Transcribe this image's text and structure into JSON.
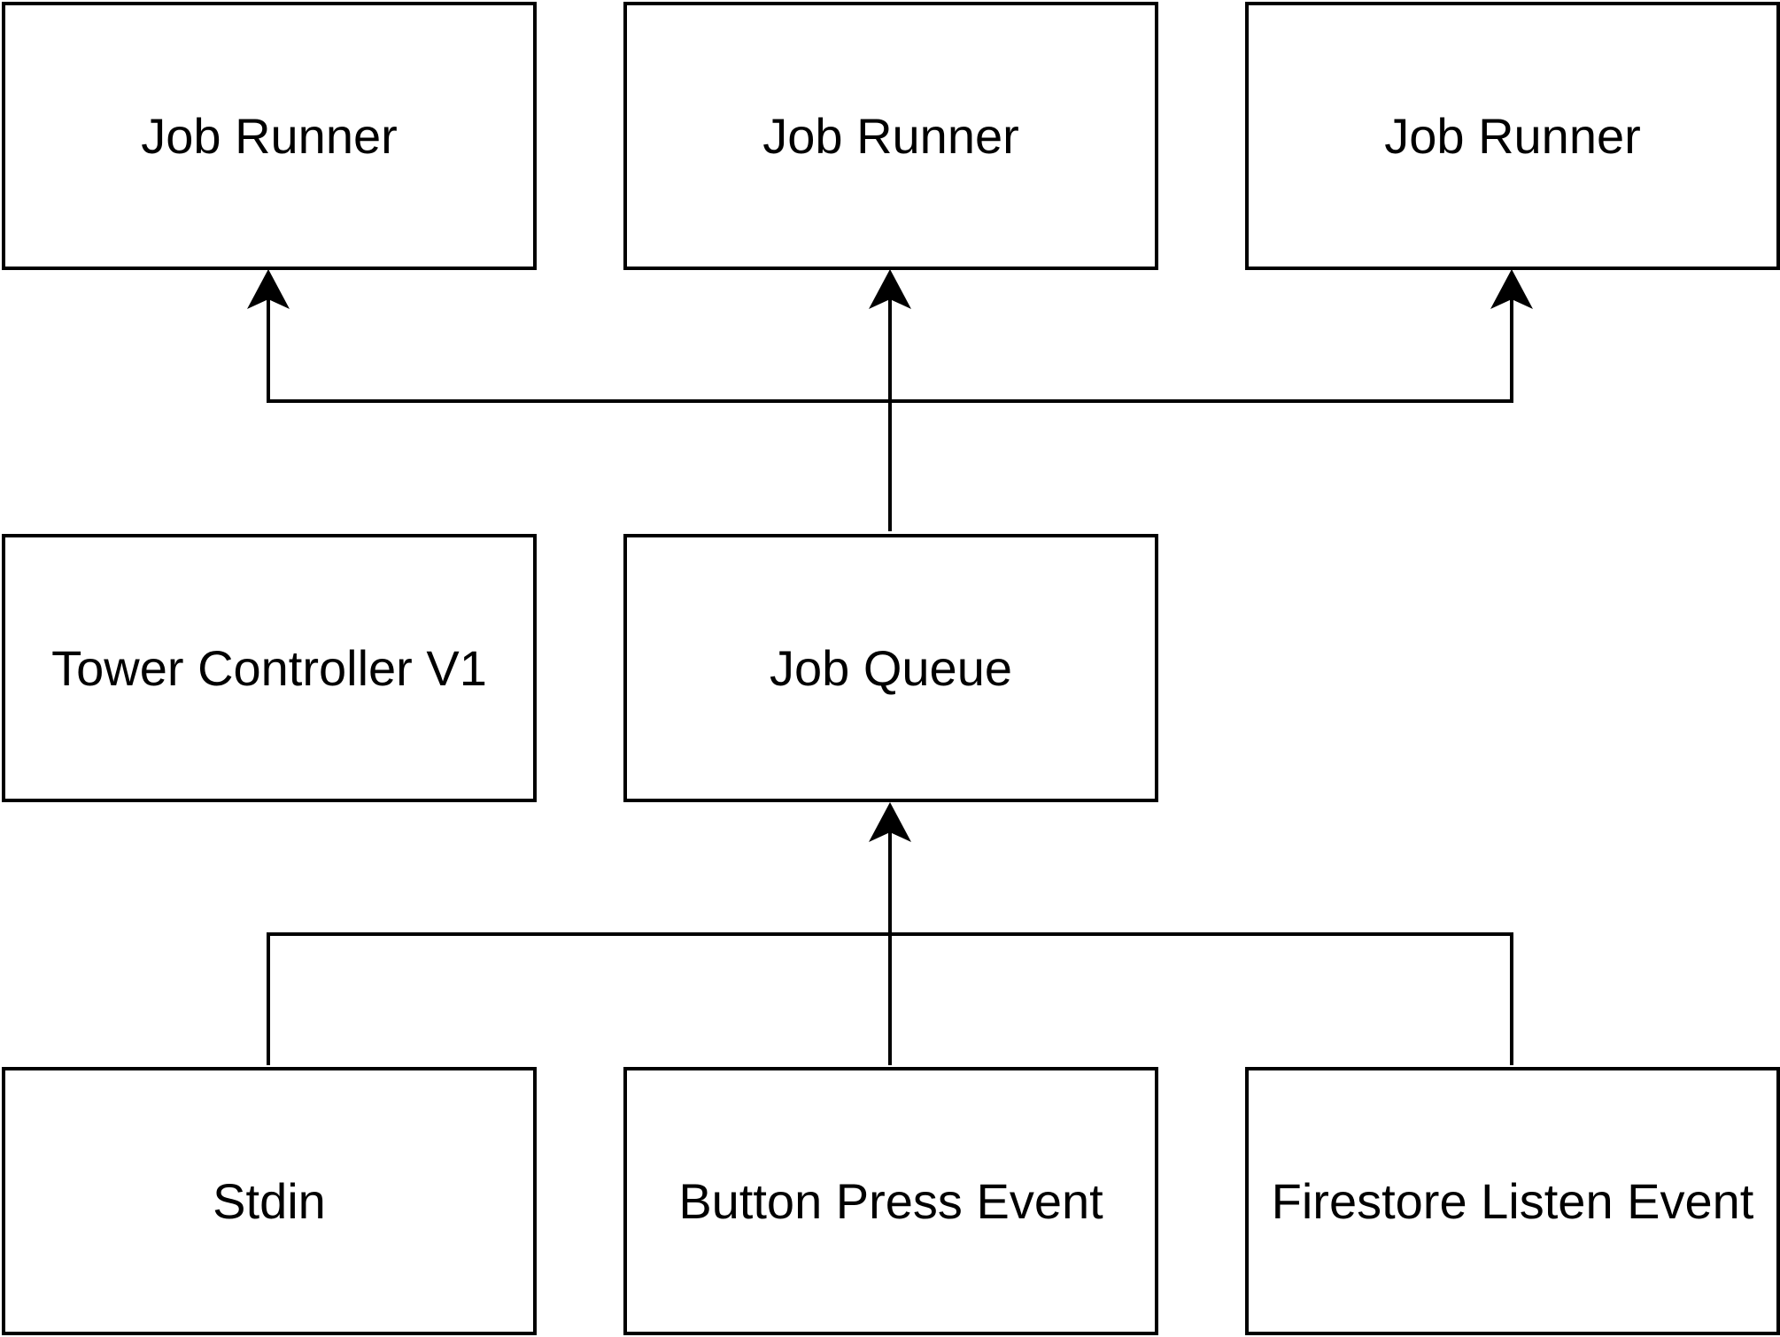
{
  "diagram": {
    "nodes": {
      "runner_left": "Job Runner",
      "runner_center": "Job Runner",
      "runner_right": "Job Runner",
      "tower_controller": "Tower Controller V1",
      "job_queue": "Job Queue",
      "stdin": "Stdin",
      "button_press": "Button Press Event",
      "firestore_listen": "Firestore Listen Event"
    },
    "edges": [
      {
        "from": "job_queue",
        "to": "runner_left"
      },
      {
        "from": "job_queue",
        "to": "runner_center"
      },
      {
        "from": "job_queue",
        "to": "runner_right"
      },
      {
        "from": "stdin",
        "to": "job_queue"
      },
      {
        "from": "button_press",
        "to": "job_queue"
      },
      {
        "from": "firestore_listen",
        "to": "job_queue"
      }
    ]
  }
}
